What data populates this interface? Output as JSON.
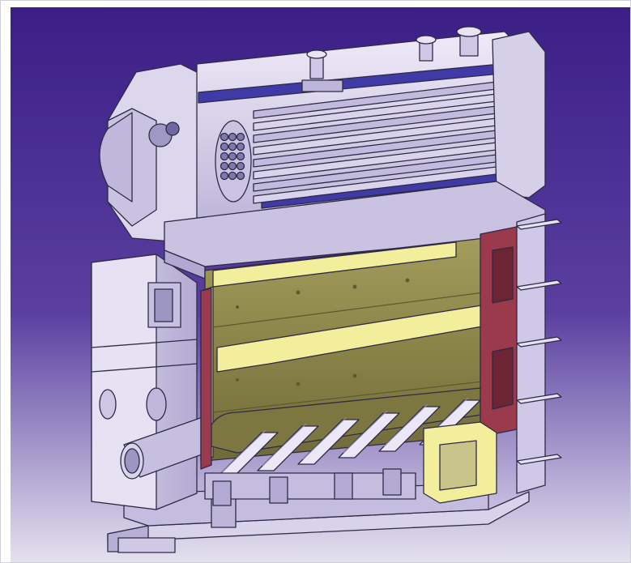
{
  "image": {
    "kind": "cutaway 3D CAD render",
    "subject": "boiler"
  },
  "colors": {
    "bg_top": "#3b1f86",
    "bg_bottom": "#e3e0ef",
    "shell": "#c9c3e0",
    "shell_light": "#e7e3f4",
    "shell_dark": "#8f87b3",
    "tube_blue": "#3f3aa6",
    "furnace": "#8a8348",
    "furnace_light": "#a9a263",
    "refractory": "#f2ee9c",
    "brick": "#9b3a4d",
    "outline": "#2e2b45"
  },
  "icons": {
    "top-nozzles": "pipe-stub",
    "access-door": "door",
    "grate": "grate-bars"
  }
}
